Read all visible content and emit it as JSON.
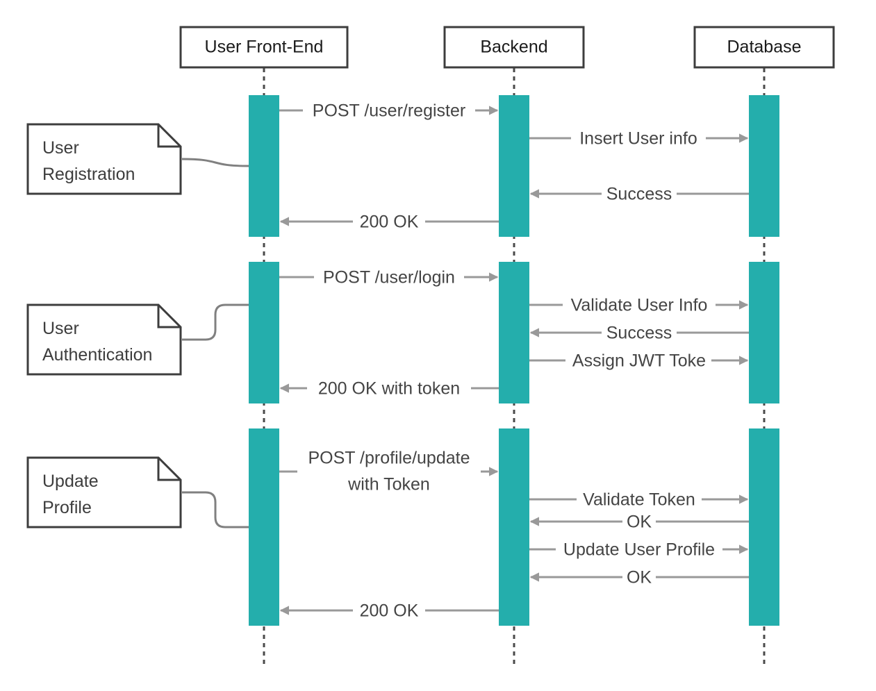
{
  "participants": [
    {
      "id": "frontend",
      "label": "User Front-End"
    },
    {
      "id": "backend",
      "label": "Backend"
    },
    {
      "id": "database",
      "label": "Database"
    }
  ],
  "notes": [
    {
      "lines": [
        "User",
        "Registration"
      ]
    },
    {
      "lines": [
        "User",
        "Authentication"
      ]
    },
    {
      "lines": [
        "Update",
        "Profile"
      ]
    }
  ],
  "messages": [
    {
      "from": "frontend",
      "to": "backend",
      "lines": [
        "POST /user/register"
      ]
    },
    {
      "from": "backend",
      "to": "database",
      "lines": [
        "Insert User info"
      ]
    },
    {
      "from": "database",
      "to": "backend",
      "lines": [
        "Success"
      ]
    },
    {
      "from": "backend",
      "to": "frontend",
      "lines": [
        "200 OK"
      ]
    },
    {
      "from": "frontend",
      "to": "backend",
      "lines": [
        "POST /user/login"
      ]
    },
    {
      "from": "backend",
      "to": "database",
      "lines": [
        "Validate User Info"
      ]
    },
    {
      "from": "database",
      "to": "backend",
      "lines": [
        "Success"
      ]
    },
    {
      "from": "backend",
      "to": "database",
      "lines": [
        "Assign JWT Toke"
      ]
    },
    {
      "from": "backend",
      "to": "frontend",
      "lines": [
        "200 OK with token"
      ]
    },
    {
      "from": "frontend",
      "to": "backend",
      "lines": [
        "POST /profile/update",
        "with Token"
      ]
    },
    {
      "from": "backend",
      "to": "database",
      "lines": [
        "Validate Token"
      ]
    },
    {
      "from": "database",
      "to": "backend",
      "lines": [
        "OK"
      ]
    },
    {
      "from": "backend",
      "to": "database",
      "lines": [
        "Update User Profile"
      ]
    },
    {
      "from": "database",
      "to": "backend",
      "lines": [
        "OK"
      ]
    },
    {
      "from": "backend",
      "to": "frontend",
      "lines": [
        "200 OK"
      ]
    }
  ],
  "colors": {
    "activation": "#24aeac",
    "arrow": "#999999",
    "border": "#3d3d3d"
  }
}
